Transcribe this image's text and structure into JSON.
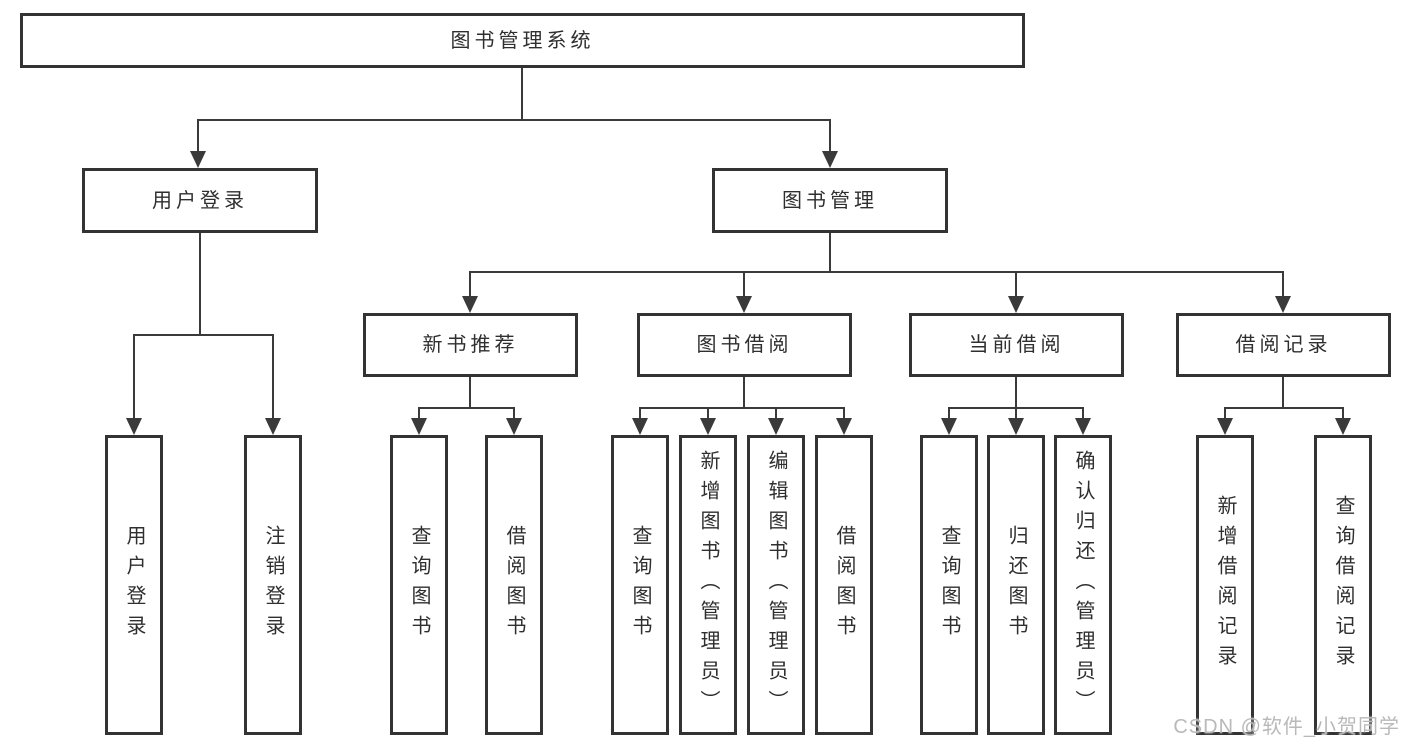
{
  "diagram": {
    "root": {
      "label": "图书管理系统"
    },
    "branches": [
      {
        "label": "用户登录",
        "children": [
          {
            "label": "用户登录"
          },
          {
            "label": "注销登录"
          }
        ]
      },
      {
        "label": "图书管理",
        "children": [
          {
            "label": "新书推荐",
            "children": [
              {
                "label": "查询图书"
              },
              {
                "label": "借阅图书"
              }
            ]
          },
          {
            "label": "图书借阅",
            "children": [
              {
                "label": "查询图书"
              },
              {
                "label": "新增图书（管理员）"
              },
              {
                "label": "编辑图书（管理员）"
              },
              {
                "label": "借阅图书"
              }
            ]
          },
          {
            "label": "当前借阅",
            "children": [
              {
                "label": "查询图书"
              },
              {
                "label": "归还图书"
              },
              {
                "label": "确认归还（管理员）"
              }
            ]
          },
          {
            "label": "借阅记录",
            "children": [
              {
                "label": "新增借阅记录"
              },
              {
                "label": "查询借阅记录"
              }
            ]
          }
        ]
      }
    ]
  },
  "watermark": {
    "text": "CSDN @软件_小贺同学"
  },
  "colors": {
    "line": "#3a3a3a",
    "border": "#333333",
    "text": "#2f2f2f",
    "background": "#ffffff",
    "watermark": "#b9b9b9"
  }
}
